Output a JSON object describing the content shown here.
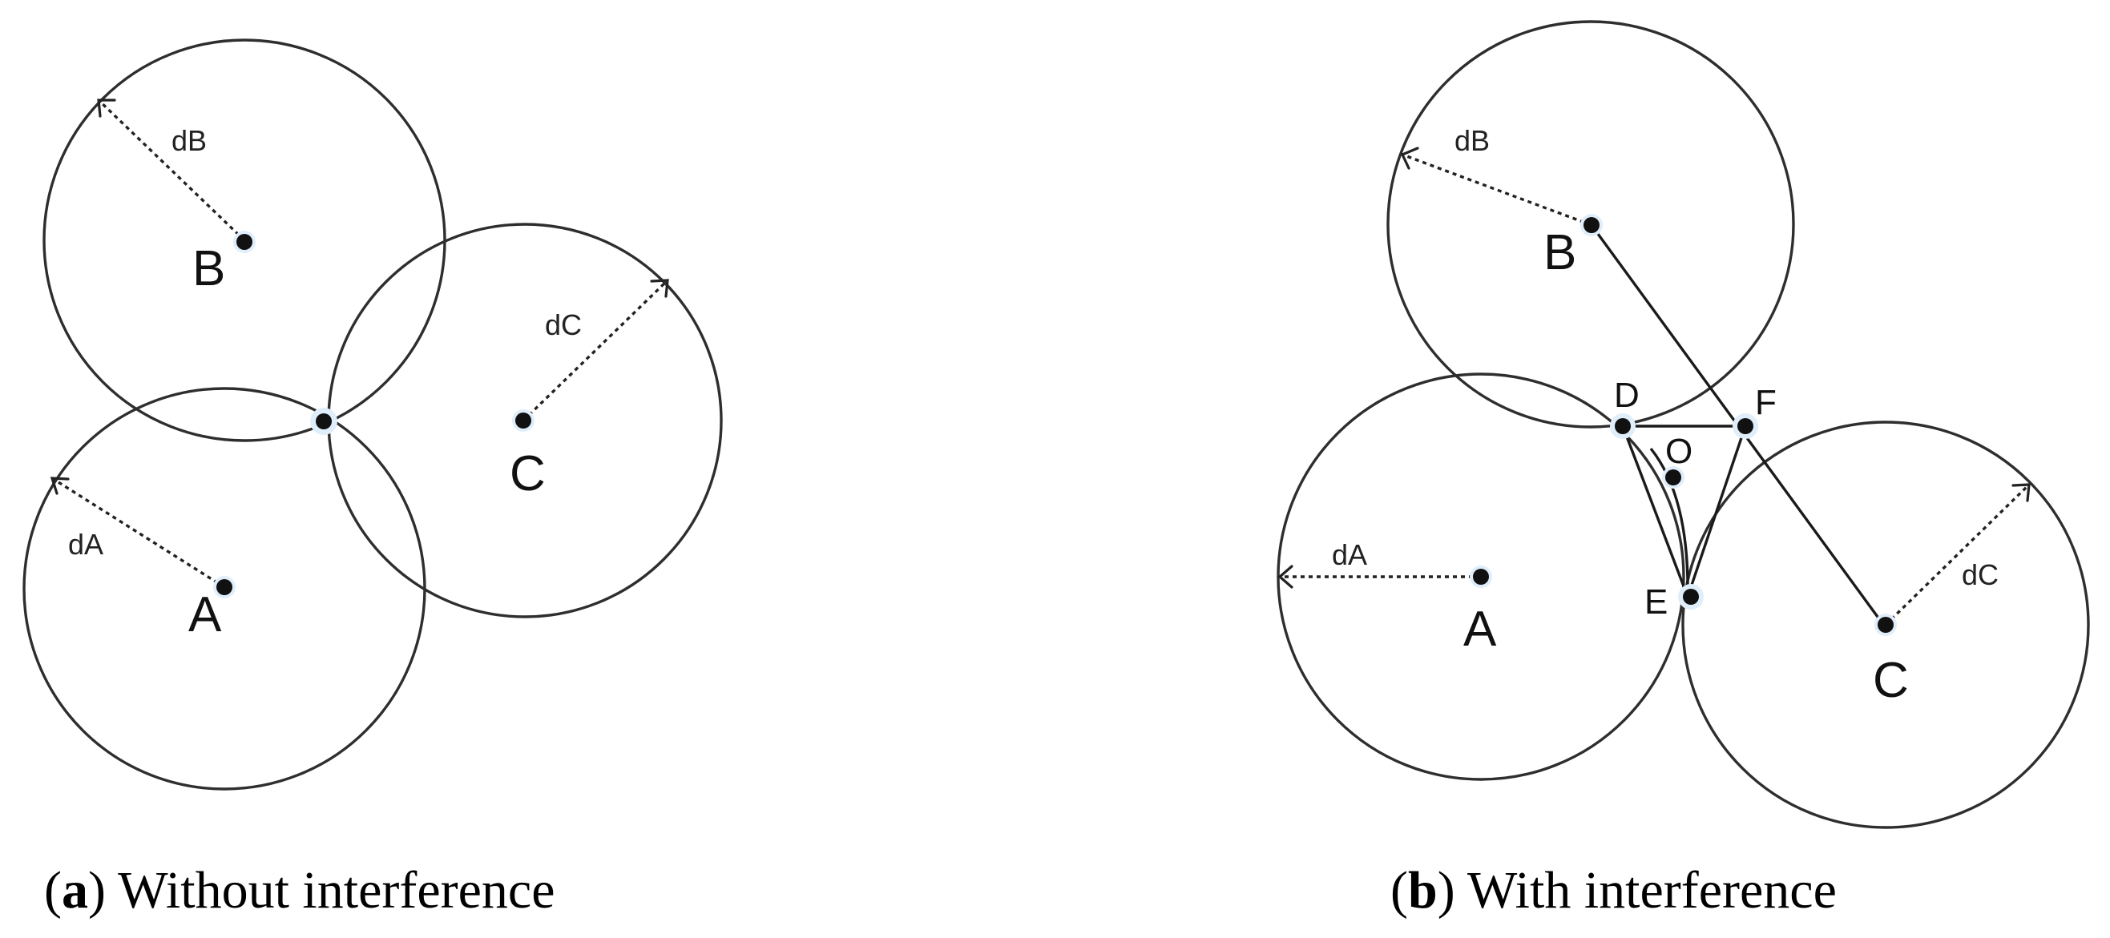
{
  "panel_a": {
    "caption_open": "(",
    "caption_letter": "a",
    "caption_rest": ") Without interference",
    "labels": {
      "A": "A",
      "B": "B",
      "C": "C",
      "dA": "dA",
      "dB": "dB",
      "dC": "dC"
    }
  },
  "panel_b": {
    "caption_open": "(",
    "caption_letter": "b",
    "caption_rest": ") With interference",
    "labels": {
      "A": "A",
      "B": "B",
      "C": "C",
      "D": "D",
      "E": "E",
      "F": "F",
      "O": "O",
      "dA": "dA",
      "dB": "dB",
      "dC": "dC"
    }
  }
}
